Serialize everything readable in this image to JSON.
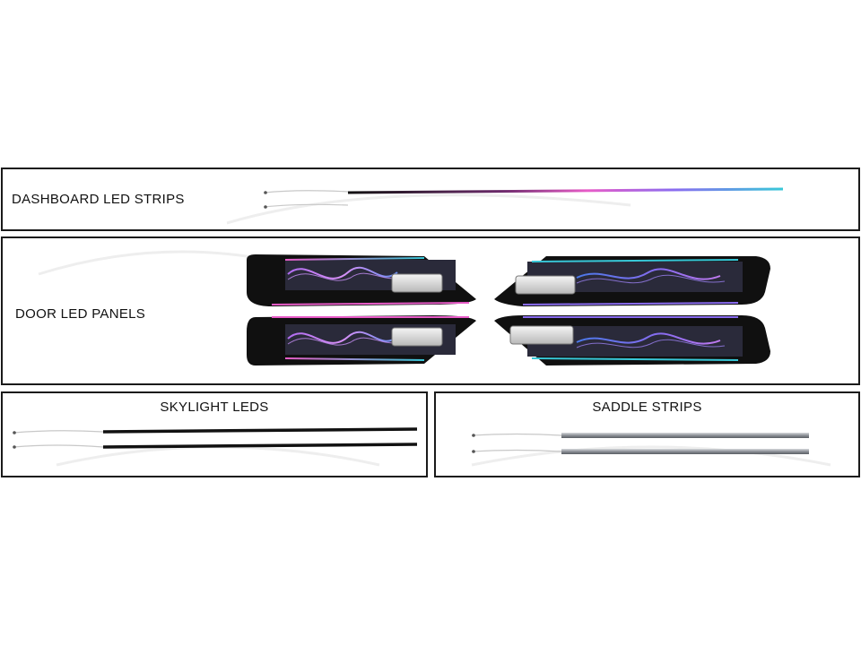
{
  "sections": {
    "dashboard": {
      "label": "DASHBOARD LED STRIPS"
    },
    "door": {
      "label": "DOOR LED PANELS"
    },
    "skylight": {
      "label": "SKYLIGHT LEDS"
    },
    "saddle": {
      "label": "SADDLE STRIPS"
    }
  },
  "colors": {
    "border": "#1a1a1a",
    "strip_dark": "#111111",
    "strip_silver": "#9a9ea4",
    "ambient_purple": "#b06cf0",
    "ambient_blue": "#4a78e8",
    "ambient_pink": "#e85cc8",
    "ambient_cyan": "#38c8d8"
  },
  "icons": {
    "panel_light": "led-lens-icon",
    "watermark": "car-outline-watermark"
  }
}
